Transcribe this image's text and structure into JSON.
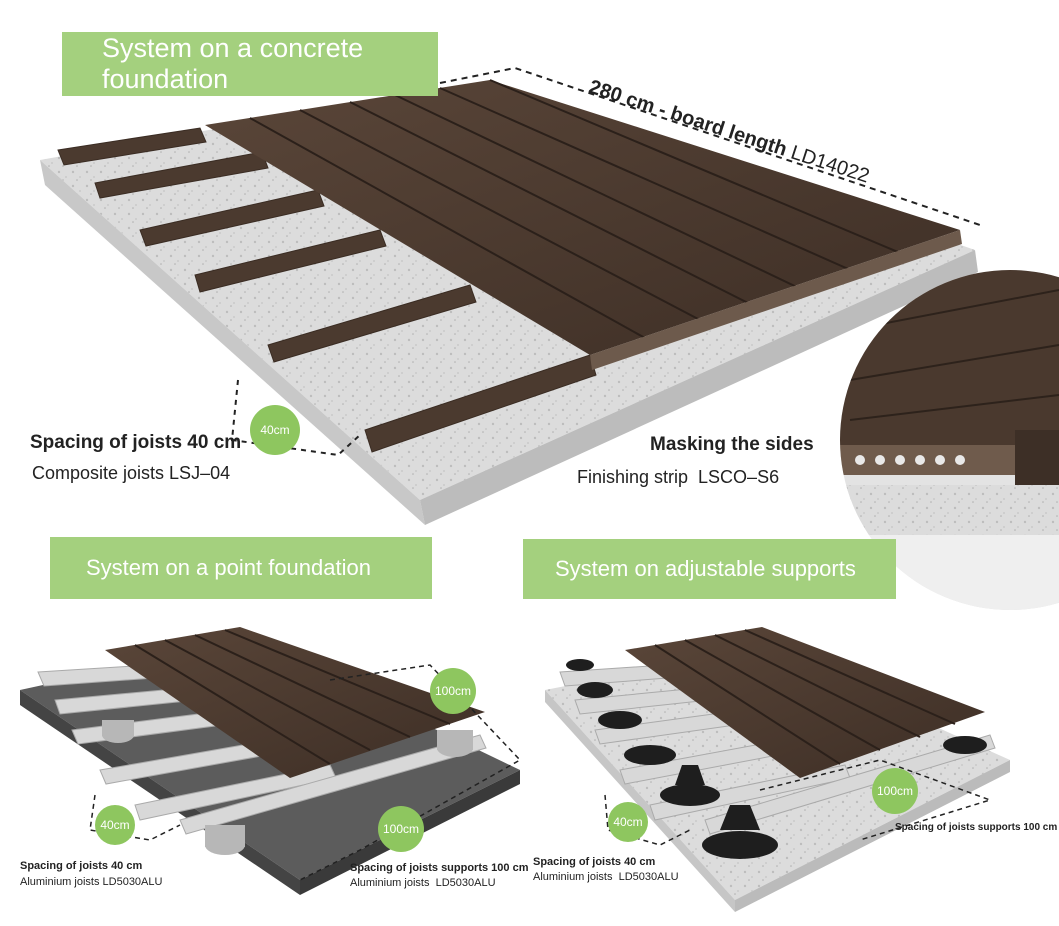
{
  "banners": {
    "concrete": "System on a concrete foundation",
    "point": "System on a point foundation",
    "adjustable": "System on adjustable supports"
  },
  "top": {
    "board_length_main": "280 cm - board length",
    "board_length_code": "LD14022",
    "spacing_badge": "40cm",
    "spacing_title": "Spacing of joists 40 cm",
    "joists_label": "Composite joists LSJ–04",
    "masking_title": "Masking the sides",
    "finishing_label": "Finishing strip  LSCO–S6"
  },
  "point": {
    "badge_40": "40cm",
    "badge_100_top": "100cm",
    "badge_100_bottom": "100cm",
    "spacing_title": "Spacing of joists 40 cm",
    "joists_label": "Aluminium joists LD5030ALU",
    "supports_title": "Spacing of joists supports 100 cm",
    "supports_joists": "Aluminium joists  LD5030ALU"
  },
  "adjustable": {
    "badge_40": "40cm",
    "badge_100": "100cm",
    "spacing_title": "Spacing of joists 40 cm",
    "joists_label": "Aluminium joists  LD5030ALU",
    "supports_title": "Spacing of joists supports 100 cm"
  }
}
